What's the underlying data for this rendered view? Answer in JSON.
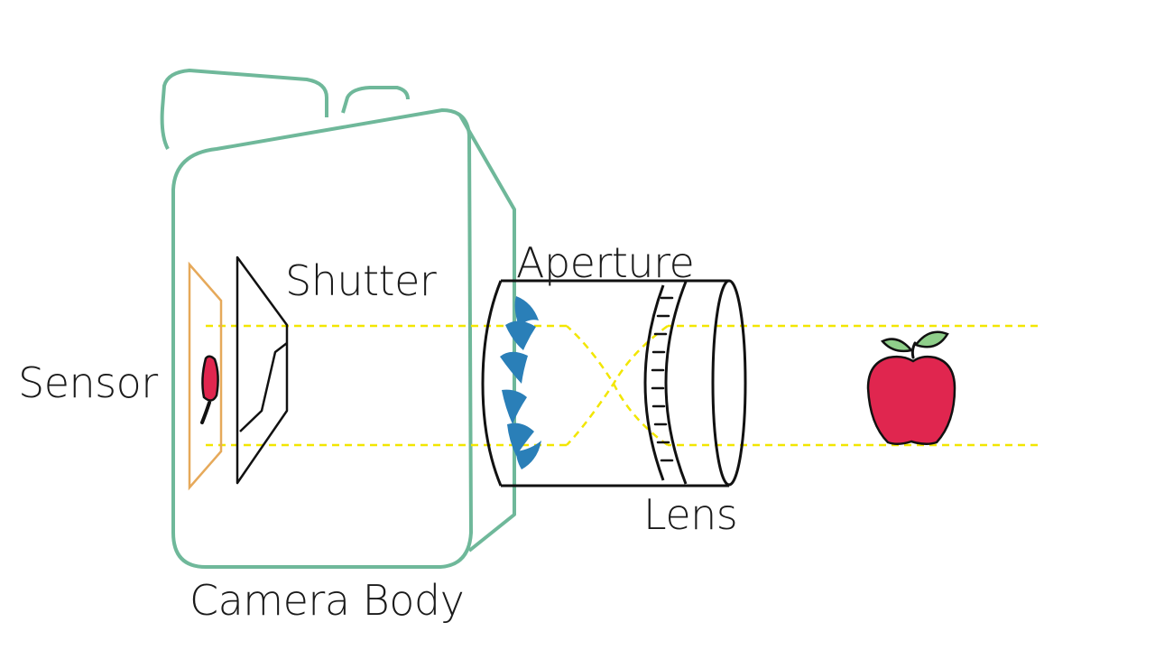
{
  "labels": {
    "shutter": "Shutter",
    "aperture": "Aperture",
    "sensor": "Sensor",
    "lens": "Lens",
    "camera_body": "Camera Body"
  },
  "colors": {
    "camera_body_outline": "#6fb89a",
    "sensor_outline": "#e6a95a",
    "light_rays": "#f2e600",
    "aperture_blade": "#2a7fb8",
    "apple_body": "#e0264f",
    "apple_leaf": "#8fcf8a",
    "outline": "#111111"
  },
  "icons": {
    "subject": "apple-icon",
    "sensor_image": "inverted-apple-icon",
    "aperture": "aperture-blades-icon"
  }
}
